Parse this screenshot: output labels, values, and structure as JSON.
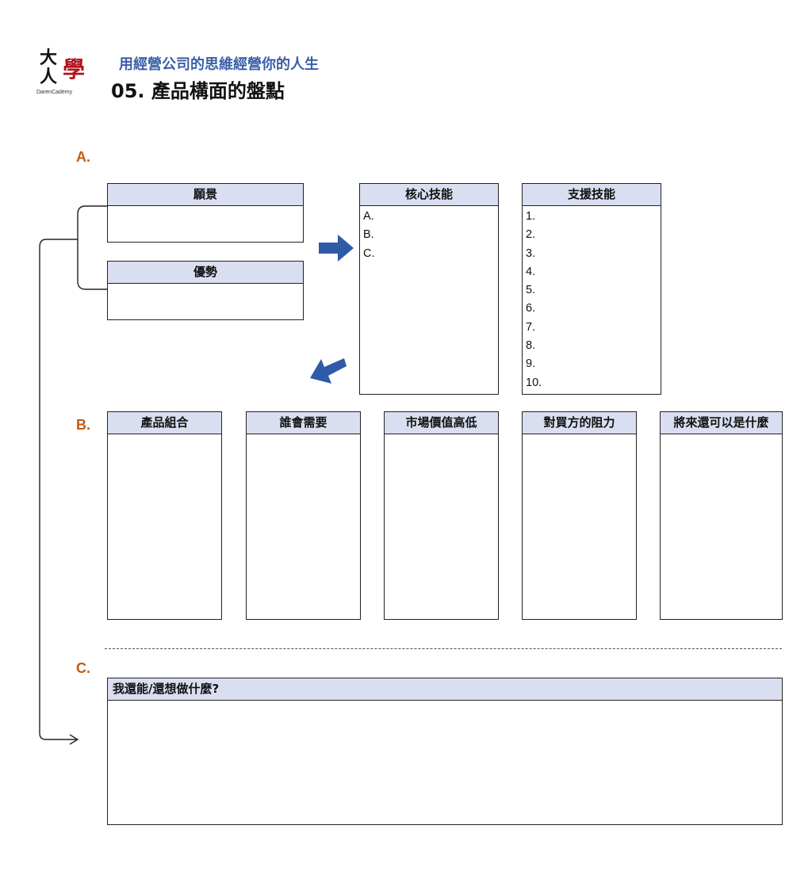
{
  "logo": {
    "char_1": "大",
    "char_2": "人",
    "char_3": "學",
    "subtext": "DarenCademy"
  },
  "header": {
    "subtitle": "用經營公司的思維經營你的人生",
    "title": "05. 產品構面的盤點"
  },
  "section_a": {
    "letter": "A.",
    "vision": {
      "label": "願景"
    },
    "advantage": {
      "label": "優勢"
    },
    "core_skills": {
      "label": "核心技能",
      "items": [
        "A.",
        "B.",
        "C."
      ]
    },
    "support_skills": {
      "label": "支援技能",
      "items": [
        "1.",
        "2.",
        "3.",
        "4.",
        "5.",
        "6.",
        "7.",
        "8.",
        "9.",
        "10."
      ]
    }
  },
  "section_b": {
    "letter": "B.",
    "columns": [
      "產品組合",
      "誰會需要",
      "市場價值高低",
      "對買方的阻力",
      "將來還可以是什麼"
    ]
  },
  "section_c": {
    "letter": "C.",
    "label": "我還能/還想做什麼?"
  },
  "colors": {
    "header_fill": "#d9def0",
    "arrow_blue": "#2e5aa8",
    "letter_orange": "#c55a11",
    "subtitle_blue": "#3a5fa8"
  }
}
